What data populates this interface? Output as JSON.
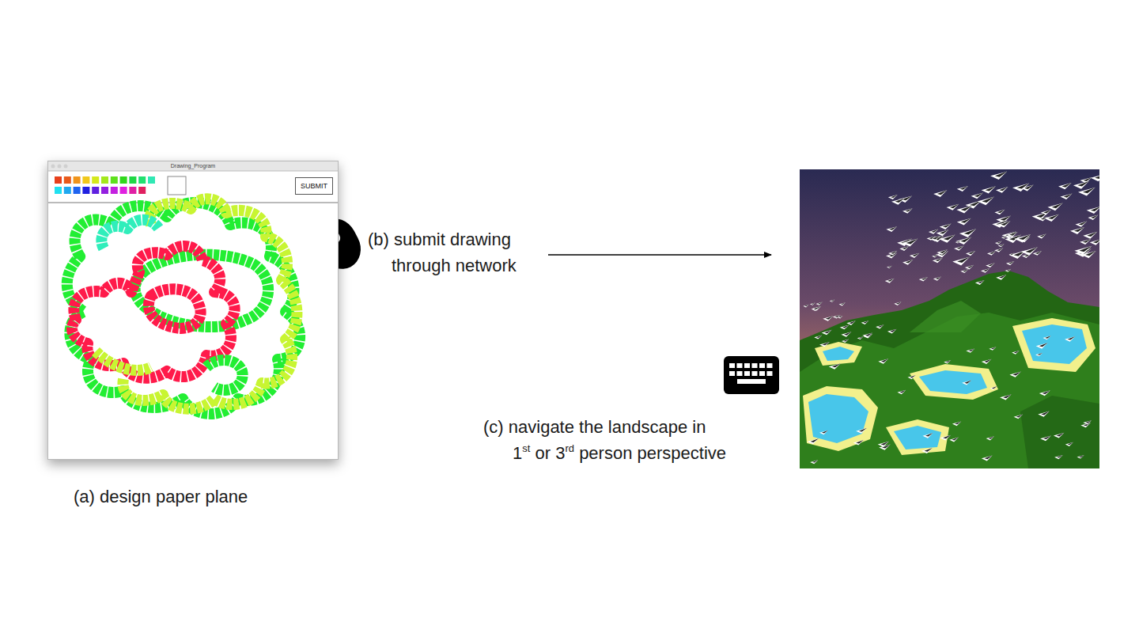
{
  "diagram": {
    "nodes": [
      {
        "text": [
          "Drawing_Program"
        ]
      },
      {
        "text": [
          "SUBMIT"
        ],
        "in": 0
      }
    ],
    "edges": [],
    "labels": [
      "(a) design paper plane",
      "(b) submit drawing through network",
      "(c) navigate the landscape in 1st or 3rd person perspective"
    ]
  }
}
